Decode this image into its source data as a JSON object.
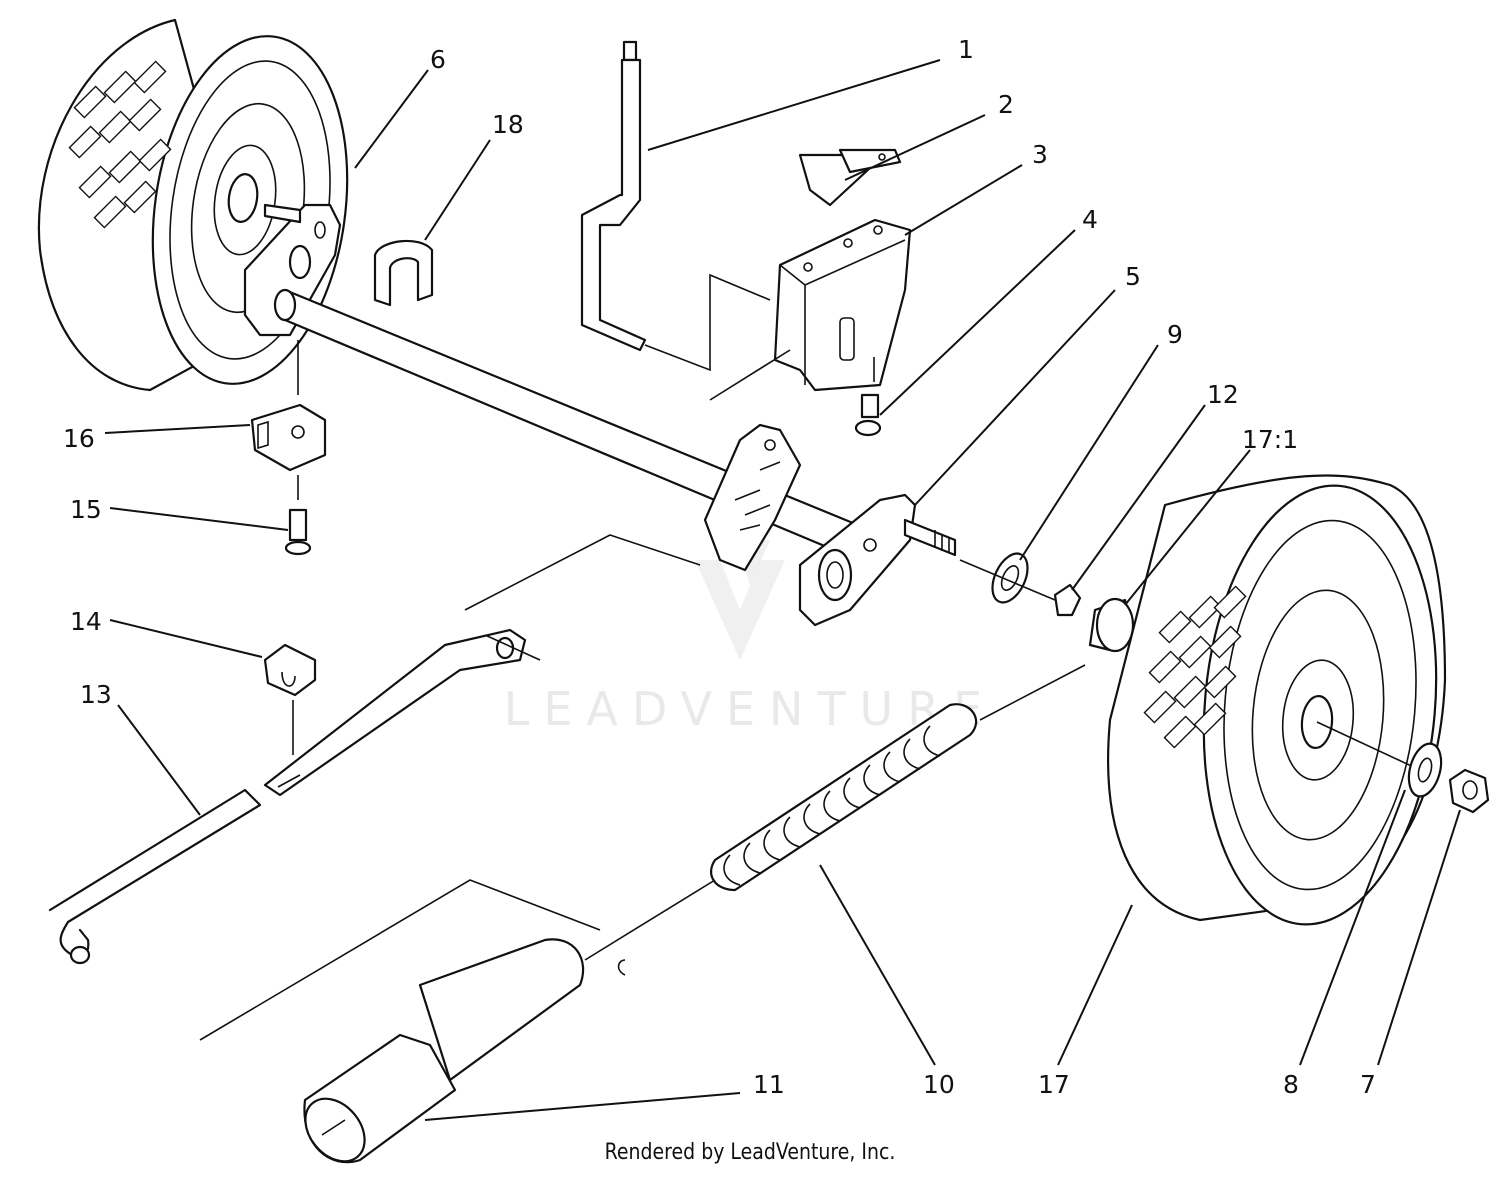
{
  "watermark": {
    "text": "LEADVENTURE"
  },
  "footer": {
    "text": "Rendered by LeadVenture, Inc."
  },
  "callouts": {
    "c1": "1",
    "c2": "2",
    "c3": "3",
    "c4": "4",
    "c5": "5",
    "c6": "6",
    "c7": "7",
    "c8": "8",
    "c9": "9",
    "c10": "10",
    "c11": "11",
    "c12": "12",
    "c13": "13",
    "c14": "14",
    "c15": "15",
    "c16": "16",
    "c17": "17",
    "c17_1": "17:1",
    "c18": "18"
  }
}
